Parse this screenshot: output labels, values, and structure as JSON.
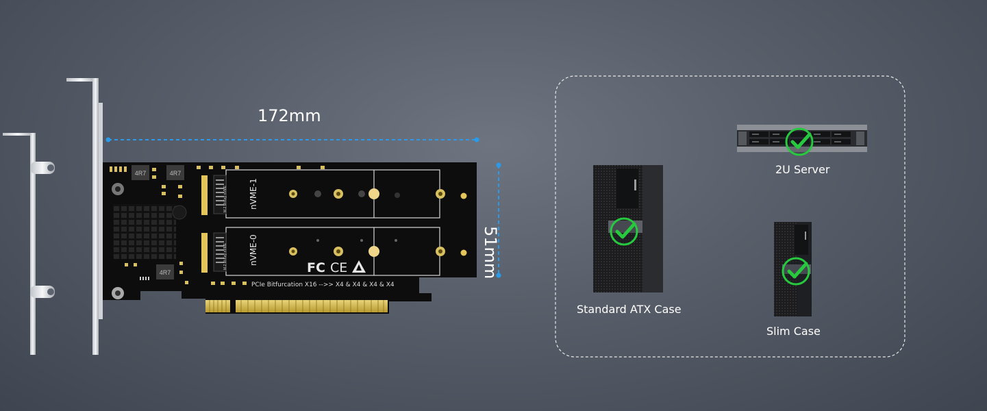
{
  "dimensions": {
    "width": "172mm",
    "height": "51mm"
  },
  "card": {
    "slot_top_label": "nVME-1",
    "slot_bottom_label": "nVME-0",
    "slot_key_label": "M.2 M-Key nVME",
    "bottom_text": "PCIe Bitfurcation X16 -->> X4 & X4 & X4 & X4",
    "inductor_label": "4R7",
    "certifications": [
      "FC",
      "CE"
    ]
  },
  "compatibility": [
    {
      "name": "2U Server"
    },
    {
      "name": "Standard ATX Case"
    },
    {
      "name": "Slim Case"
    }
  ],
  "colors": {
    "accent": "#2a9bea",
    "check": "#27c93f",
    "pcb": "#0d0d0d",
    "gold": "#d8c060"
  }
}
